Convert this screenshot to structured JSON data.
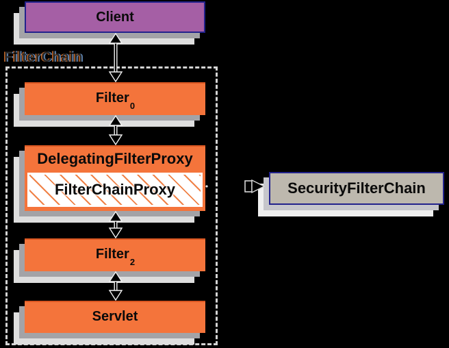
{
  "diagram": {
    "background": "#000000",
    "container": {
      "label": "FilterChain"
    },
    "nodes": {
      "client": {
        "label": "Client",
        "fill": "#a55fa5",
        "border": "#22228c"
      },
      "filter0": {
        "label": "Filter",
        "sub": "0",
        "fill": "#f4743b"
      },
      "delegating_filter_proxy": {
        "label": "DelegatingFilterProxy",
        "fill": "#f4743b"
      },
      "filter_chain_proxy": {
        "label": "FilterChainProxy",
        "fill": "#ffffff",
        "hatch": "#f08146"
      },
      "filter2": {
        "label": "Filter",
        "sub": "2",
        "fill": "#f4743b"
      },
      "servlet": {
        "label": "Servlet",
        "fill": "#f4743b"
      },
      "security_filter_chain": {
        "label": "SecurityFilterChain",
        "fill": "#bdb8ae",
        "border": "#22228c"
      }
    },
    "colors": {
      "shadow_near": "#a3a3a7",
      "shadow_far": "#dedede",
      "dashed_border": "#d4d4d4",
      "arrow_fill": "#000000",
      "arrow_outline": "#f2f2f2"
    }
  }
}
